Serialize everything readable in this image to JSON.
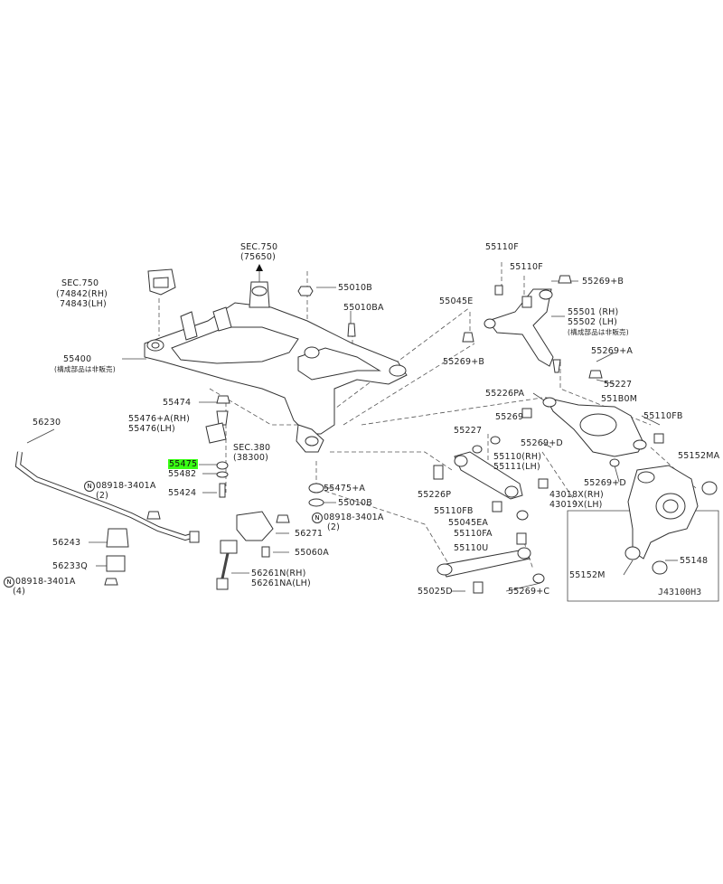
{
  "diagram": {
    "highlight_color": "#39ff14",
    "footer_code": "J43100H3",
    "labels": {
      "sec750_top": "SEC.750",
      "sec750_top_sub": "(75650)",
      "sec750_left": "SEC.750",
      "sec750_left_rh": "(74842(RH)",
      "sec750_left_lh": "74843(LH)",
      "p55010B_top": "55010B",
      "p55010BA": "55010BA",
      "p55400": "55400",
      "p55400_note": "(構成部品は非販売)",
      "p55474": "55474",
      "p55476A": "55476+A(RH)",
      "p55476": "55476(LH)",
      "sec380": "SEC.380",
      "sec380_sub": "(38300)",
      "p55475": "55475",
      "p55482": "55482",
      "p55424": "55424",
      "p56230": "56230",
      "n08918_a": "08918-3401A",
      "n08918_a_qty": "(2)",
      "p55475A": "55475+A",
      "p55010B_mid": "55010B",
      "n08918_b": "08918-3401A",
      "n08918_b_qty": "(2)",
      "p56271": "56271",
      "p55060A": "55060A",
      "p56261N": "56261N(RH)",
      "p56261NA": "56261NA(LH)",
      "p56243": "56243",
      "p56233Q": "56233Q",
      "n08918_c": "08918-3401A",
      "n08918_c_qty": "(4)",
      "n_mark": "N",
      "p55110F_top": "55110F",
      "p55110F_2": "55110F",
      "p55269B_top": "55269+B",
      "p55045E": "55045E",
      "p55501": "55501 (RH)",
      "p55502": "55502 (LH)",
      "p55502_note": "(構成部品は非販売)",
      "p55269B_mid": "55269+B",
      "p55269A": "55269+A",
      "p55227_top": "55227",
      "p55226PA": "55226PA",
      "p551B0M": "551B0M",
      "p55269": "55269",
      "p55110FB_right": "55110FB",
      "p55227_mid": "55227",
      "p55269D_top": "55269+D",
      "p55110RH": "55110(RH)",
      "p55111LH": "55111(LH)",
      "p55152MA": "55152MA",
      "p55226P": "55226P",
      "p55269D_mid": "55269+D",
      "p43018X": "43018X(RH)",
      "p43019X": "43019X(LH)",
      "p55110FB_low": "55110FB",
      "p55045EA": "55045EA",
      "p55110FA": "55110FA",
      "p55110U": "55110U",
      "p55148": "55148",
      "p55152M": "55152M",
      "p55025D": "55025D",
      "p55269C": "55269+C"
    }
  }
}
